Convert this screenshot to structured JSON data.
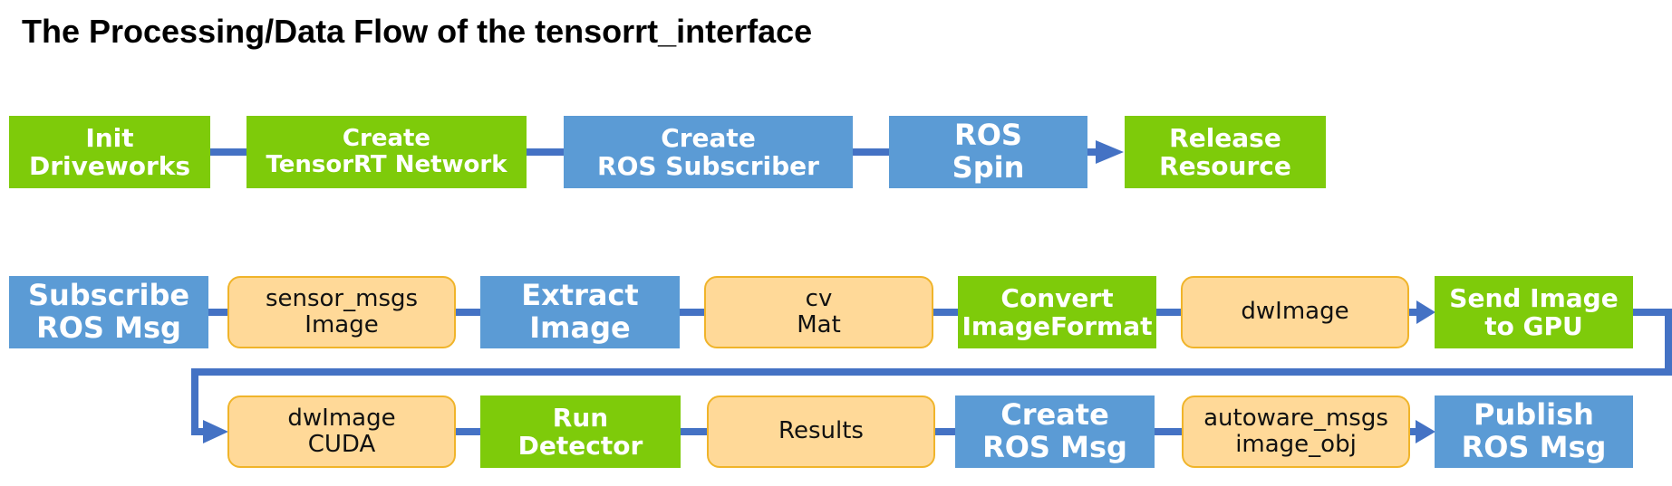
{
  "title": "The Processing/Data Flow of the tensorrt_interface",
  "colors": {
    "process_green": "#7ecb0a",
    "ros_blue": "#5b9bd5",
    "data_fill": "#ffd998",
    "data_border": "#f0b42a",
    "connector": "#4472c4"
  },
  "init_flow": [
    {
      "lines": [
        "Init",
        "Driveworks"
      ]
    },
    {
      "lines": [
        "Create",
        "TensorRT Network"
      ]
    },
    {
      "lines": [
        "Create",
        "ROS Subscriber"
      ]
    },
    {
      "lines": [
        "ROS",
        "Spin"
      ]
    },
    {
      "lines": [
        "Release",
        "Resource"
      ]
    }
  ],
  "callback_row1": [
    {
      "lines": [
        "Subscribe",
        "ROS Msg"
      ]
    },
    {
      "lines": [
        "sensor_msgs",
        "Image"
      ]
    },
    {
      "lines": [
        "Extract",
        "Image"
      ]
    },
    {
      "lines": [
        "cv",
        "Mat"
      ]
    },
    {
      "lines": [
        "Convert",
        "ImageFormat"
      ]
    },
    {
      "lines": [
        "dwImage"
      ]
    },
    {
      "lines": [
        "Send Image",
        "to GPU"
      ]
    }
  ],
  "callback_row2": [
    {
      "lines": [
        "dwImage",
        "CUDA"
      ]
    },
    {
      "lines": [
        "Run",
        "Detector"
      ]
    },
    {
      "lines": [
        "Results"
      ]
    },
    {
      "lines": [
        "Create",
        "ROS Msg"
      ]
    },
    {
      "lines": [
        "autoware_msgs",
        "image_obj"
      ]
    },
    {
      "lines": [
        "Publish",
        "ROS Msg"
      ]
    }
  ]
}
